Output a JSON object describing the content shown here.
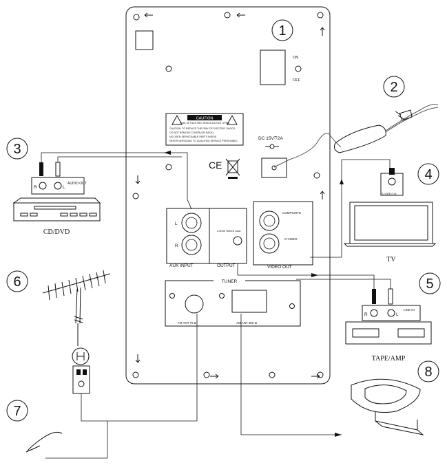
{
  "callouts": [
    "1",
    "2",
    "3",
    "4",
    "5",
    "6",
    "7",
    "8"
  ],
  "panel": {
    "switch_on": "ON",
    "switch_off": "OFF",
    "caution_title": "CAUTION",
    "caution_sub": "RISK OF ELECTRIC SHOCK DO NOT OPEN",
    "caution_lines": [
      "CAUTION: TO REDUCE THE RISK OF ELECTRIC SHOCK,",
      "DO NOT REMOVE COVER (OR BACK).",
      "NO USER-SERVICEABLE PARTS INSIDE.",
      "REFER SERVICING TO QUALIFIED SERVICE PERSONNEL."
    ],
    "ce_mark": "CE",
    "dc_label": "DC 15V⎏2A",
    "aux_input": "AUX INPUT",
    "aux_l": "L",
    "aux_r": "R",
    "output": "OUTPUT",
    "output_jack": "3.5mm Stereo Jack",
    "video_out": "VIDEO OUT",
    "composite": "COMPOSITE",
    "svideo": "S-VIDEO",
    "tuner": "TUNER",
    "fm_ant": "FM ANT 75 Ω",
    "am_ant": "AM ANT 300 Ω"
  },
  "devices": {
    "cddvd": "CD/DVD",
    "cddvd_audio_out": "AUDIO OUT",
    "cddvd_r": "R",
    "cddvd_l": "L",
    "tv": "TV",
    "tv_svideo": "S-VIDEO IN",
    "tape_amp": "TAPE/AMP",
    "tape_r": "R",
    "tape_l": "L",
    "tape_line_in": "LINE IN"
  }
}
